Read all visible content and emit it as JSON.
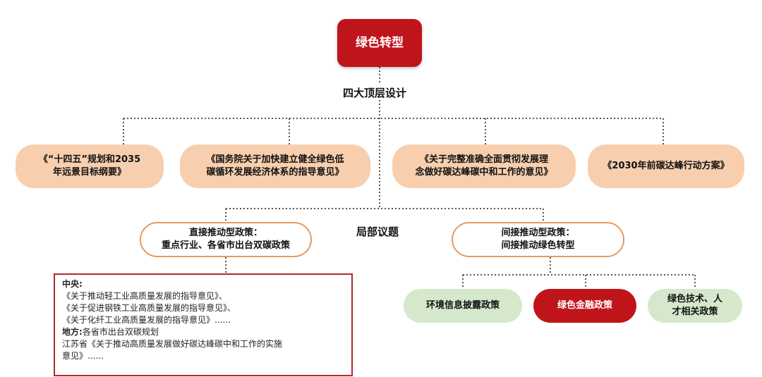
{
  "root": "绿色转型",
  "top_label": "四大顶层设计",
  "mid_label": "局部议题",
  "top_docs": [
    {
      "line1": "《“十四五”规划和2035",
      "line2": "年远景目标纲要》"
    },
    {
      "line1": "《国务院关于加快建立健全绿色低",
      "line2": "碳循环发展经济体系的指导意见》"
    },
    {
      "line1": "《关于完整准确全面贯彻发展理",
      "line2": "念做好碳达峰碳中和工作的意见》"
    },
    {
      "line1": "《2030年前碳达峰行动方案》",
      "line2": ""
    }
  ],
  "direct": {
    "line1": "直接推动型政策：",
    "line2": "重点行业、各省市出台双碳政策"
  },
  "indirect": {
    "line1": "间接推动型政策：",
    "line2": "间接推动绿色转型"
  },
  "sub_policies": [
    {
      "line1": "环境信息披露政策",
      "line2": ""
    },
    {
      "line1": "绿色金融政策",
      "line2": ""
    },
    {
      "line1": "绿色技术、人",
      "line2": "才相关政策"
    }
  ],
  "detail": {
    "central_label": "中央:",
    "central_items": [
      "《关于推动轻工业高质量发展的指导意见》、",
      "《关于促进钢铁工业高质量发展的指导意见》、",
      "《关于化纤工业高质量发展的指导意见》......"
    ],
    "local_label": "地方:",
    "local_text": "各省市出台双碳规划",
    "local_items": [
      "江苏省《关于推动高质量发展做好碳达峰碳中和工作的实施",
      "意见》......"
    ]
  },
  "colors": {
    "red": "#c0141b",
    "peach": "#f8cfae",
    "orange_border": "#e79a5d",
    "green": "#d5e8cc",
    "box_border": "#b02a2a"
  }
}
